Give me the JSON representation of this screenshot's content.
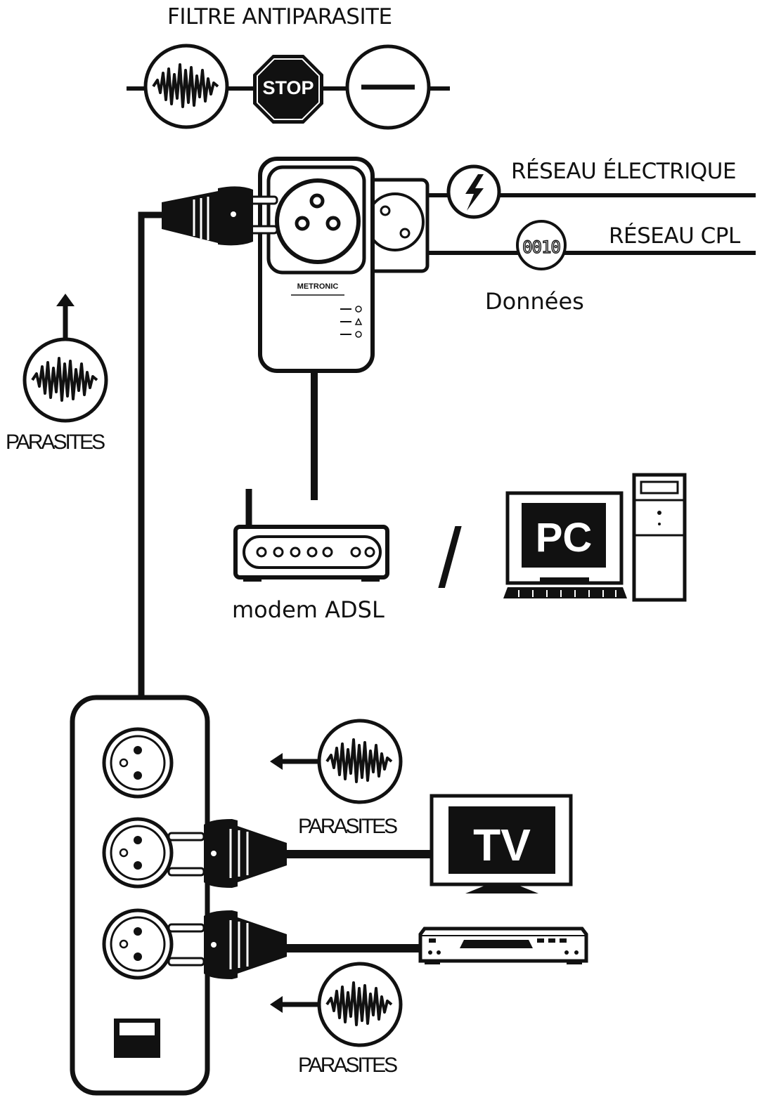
{
  "diagram": {
    "title": "FILTRE ANTIPARASITE",
    "stop_sign": "STOP",
    "network_electric": "RÉSEAU  ÉLECTRIQUE",
    "network_cpl": "RÉSEAU CPL",
    "data_label": "Données",
    "data_code": "0010",
    "adapter_brand": "METRONIC",
    "modem_label": "modem ADSL",
    "separator": "/",
    "pc_label": "PC",
    "tv_label": "TV",
    "parasites_top": "PARASITES",
    "parasites_middle": "PARASITES",
    "parasites_bottom": "PARASITES"
  },
  "colors": {
    "ink": "#111111",
    "paper": "#ffffff"
  }
}
